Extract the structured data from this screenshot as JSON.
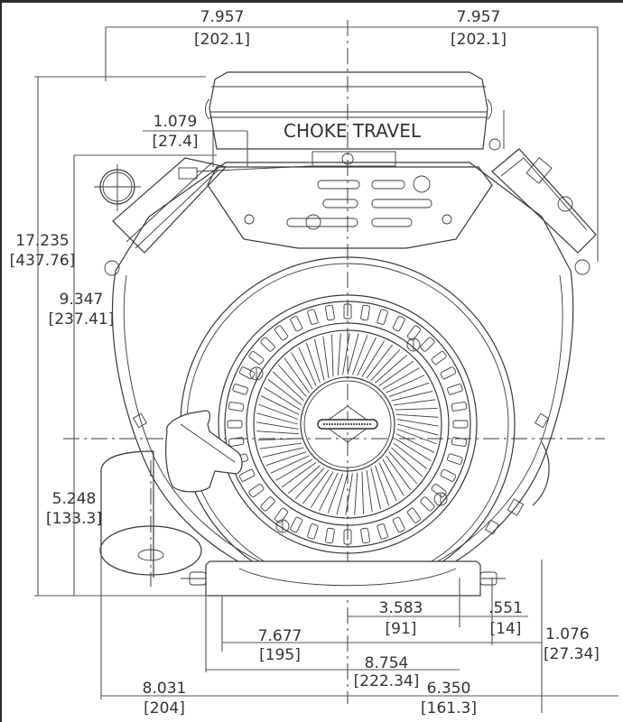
{
  "drawing": {
    "title": "Engine dimension drawing",
    "callout_label": "CHOKE TRAVEL",
    "line_color": "#3a3a3a",
    "background": "#ffffff"
  },
  "dimensions": {
    "top_left_width": {
      "inch": "7.957",
      "mm": "[202.1]"
    },
    "top_right_width": {
      "inch": "7.957",
      "mm": "[202.1]"
    },
    "choke_travel": {
      "inch": "1.079",
      "mm": "[27.4]"
    },
    "overall_height": {
      "inch": "17.235",
      "mm": "[437.76]"
    },
    "shaft_to_top": {
      "inch": "9.347",
      "mm": "[237.41]"
    },
    "shaft_height": {
      "inch": "5.248",
      "mm": "[133.3]"
    },
    "mount_3583": {
      "inch": "3.583",
      "mm": "[91]"
    },
    "mount_551": {
      "inch": ".551",
      "mm": "[14]"
    },
    "base_thickness": {
      "inch": "1.076",
      "mm": "[27.34]"
    },
    "mount_7677": {
      "inch": "7.677",
      "mm": "[195]"
    },
    "mount_8754": {
      "inch": "8.754",
      "mm": "[222.34]"
    },
    "left_8031": {
      "inch": "8.031",
      "mm": "[204]"
    },
    "right_6350": {
      "inch": "6.350",
      "mm": "[161.3]"
    }
  },
  "fan": {
    "fin_count": 64,
    "slot_count": 40
  }
}
